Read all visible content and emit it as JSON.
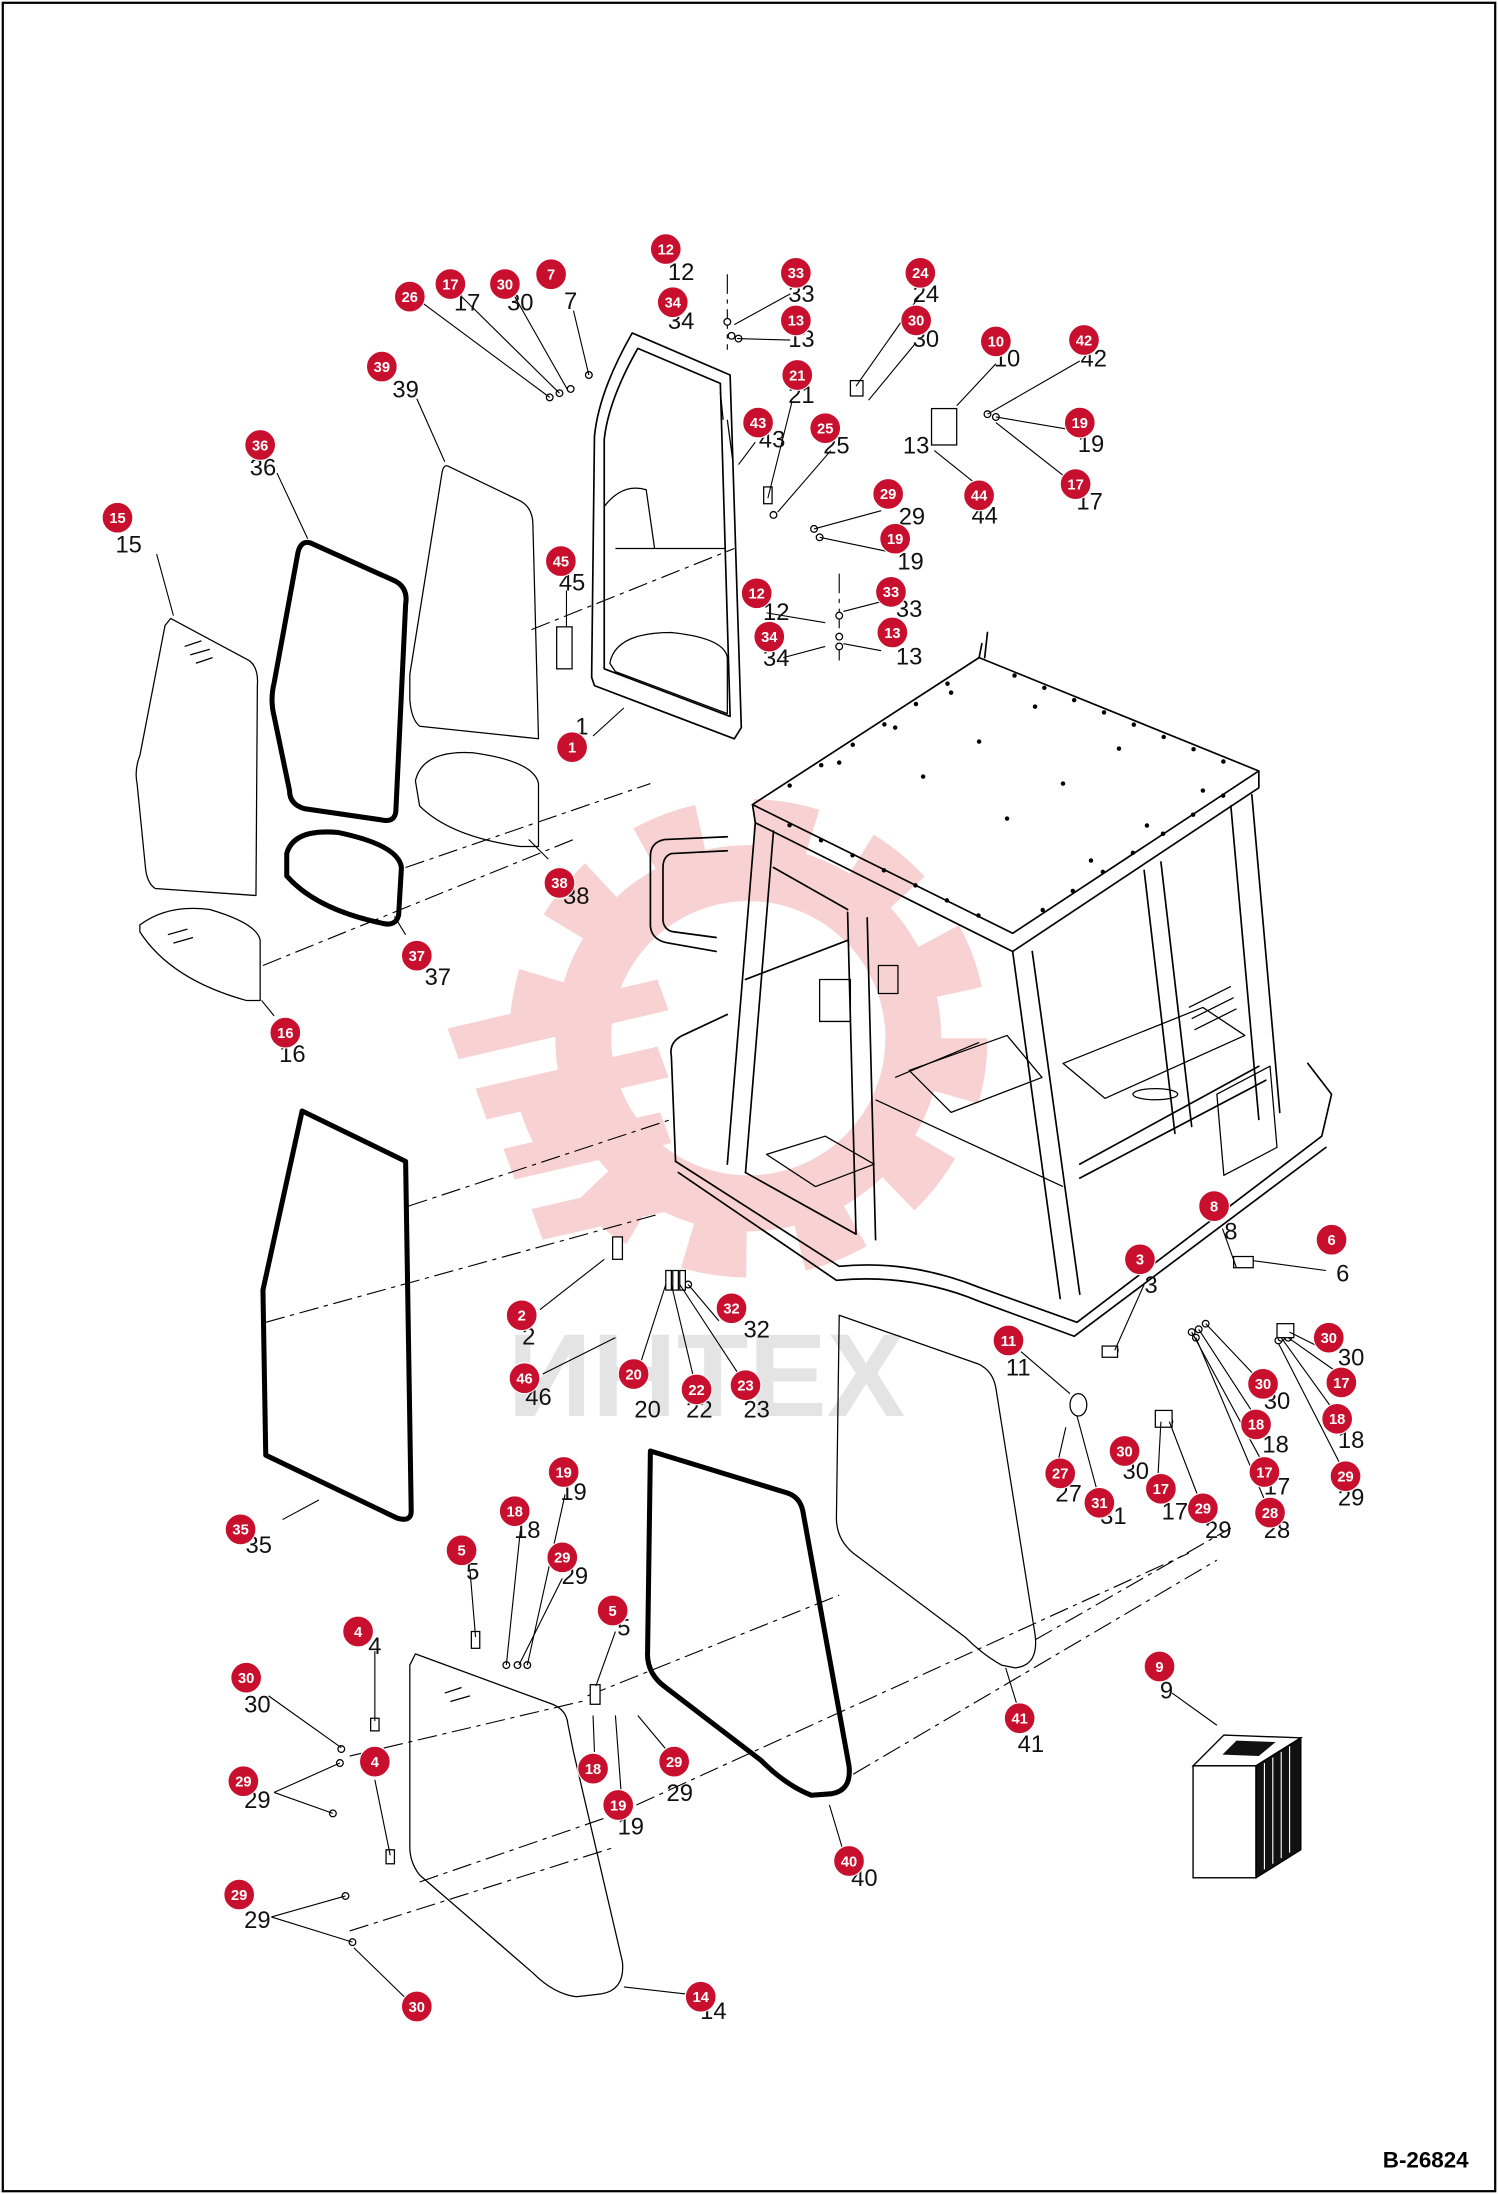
{
  "drawing_number": "B-26824",
  "watermark_text": "ИНТЕХ",
  "colors": {
    "callout_fill": "#c8102e",
    "callout_text": "#ffffff",
    "line": "#000000",
    "watermark": "#f8d2d2"
  },
  "callouts": [
    "12",
    "33",
    "34",
    "13",
    "26",
    "17",
    "30",
    "7",
    "24",
    "30",
    "10",
    "42",
    "21",
    "39",
    "43",
    "25",
    "19",
    "36",
    "44",
    "17",
    "29",
    "19",
    "15",
    "45",
    "12",
    "33",
    "34",
    "13",
    "1",
    "38",
    "37",
    "16",
    "8",
    "6",
    "3",
    "2",
    "32",
    "11",
    "30",
    "46",
    "20",
    "22",
    "23",
    "30",
    "17",
    "18",
    "18",
    "30",
    "27",
    "17",
    "29",
    "31",
    "17",
    "29",
    "28",
    "19",
    "18",
    "5",
    "29",
    "35",
    "5",
    "4",
    "30",
    "9",
    "41",
    "4",
    "29",
    "18",
    "19",
    "29",
    "40",
    "29",
    "14",
    "30"
  ],
  "extra_labels": [
    "13"
  ]
}
